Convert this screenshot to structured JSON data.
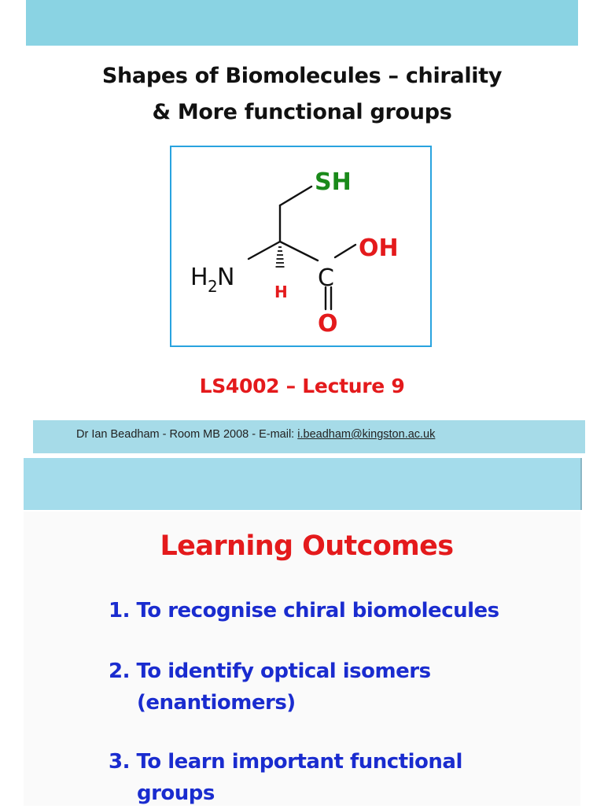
{
  "slide1": {
    "title_line1": "Shapes of Biomolecules – chirality",
    "title_line2": "& More functional groups",
    "molecule": {
      "sh_label": "SH",
      "oh_label": "OH",
      "h2n_label": "H",
      "h2n_sub": "2",
      "h2n_n": "N",
      "c_label": "C",
      "o_label": "O",
      "h_label": "H"
    },
    "lecture": "LS4002 – Lecture 9",
    "contact": {
      "prefix": "Dr Ian Beadham   -  Room MB 2008 - E-mail: ",
      "email": "i.beadham@kingston.ac.uk"
    }
  },
  "slide2": {
    "title": "Learning Outcomes",
    "outcomes": [
      {
        "line1": "1. To recognise chiral biomolecules",
        "line2": ""
      },
      {
        "line1": "2. To identify optical isomers",
        "line2": "(enantiomers)"
      },
      {
        "line1": "3. To learn important functional",
        "line2": "groups"
      }
    ]
  },
  "colors": {
    "band": "#8ad3e3",
    "title_red": "#e41a1c",
    "outcome_blue": "#1a2ccf",
    "sh_green": "#1a8a1a",
    "box_border": "#29a3df"
  }
}
